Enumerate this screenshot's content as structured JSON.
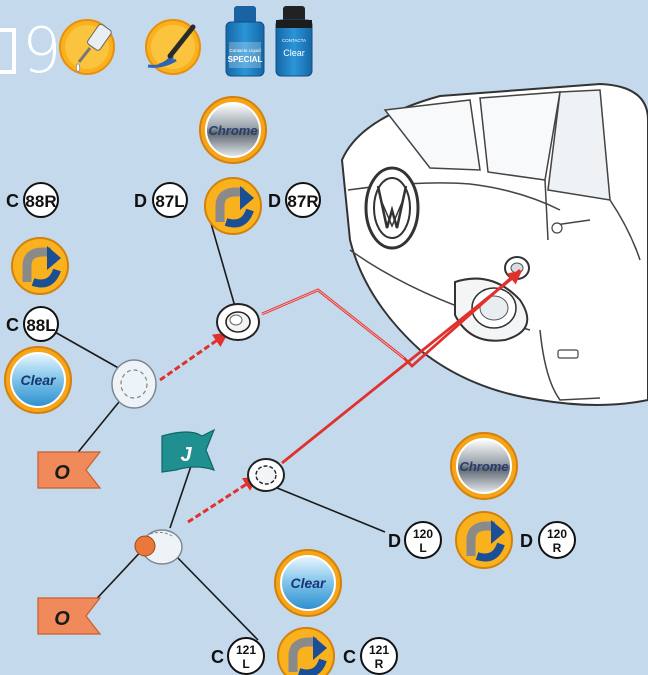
{
  "step": {
    "number": "9"
  },
  "paint_bottles": {
    "special": {
      "line1": "Contacta Liquid",
      "line2": "SPECIAL"
    },
    "clear": {
      "line1": "CONTACTA",
      "line2": "Clear"
    }
  },
  "finish_badges": {
    "chrome_top": "Chrome",
    "chrome_right": "Chrome",
    "clear_left": "Clear",
    "clear_bottom": "Clear"
  },
  "parts": {
    "c88r": {
      "sprue": "C",
      "code": "88R"
    },
    "d87l": {
      "sprue": "D",
      "code": "87L"
    },
    "d87r": {
      "sprue": "D",
      "code": "87R"
    },
    "c88l": {
      "sprue": "C",
      "code": "88L"
    },
    "d120l": {
      "sprue": "D",
      "code_top": "120",
      "code_bottom": "L"
    },
    "d120r": {
      "sprue": "D",
      "code_top": "120",
      "code_bottom": "R"
    },
    "c121l": {
      "sprue": "C",
      "code_top": "121",
      "code_bottom": "L"
    },
    "c121r": {
      "sprue": "C",
      "code_top": "121",
      "code_bottom": "R"
    }
  },
  "color_flags": {
    "orange_upper": "O",
    "orange_lower": "O",
    "teal": "J"
  },
  "colors": {
    "background": "#c4d9ec",
    "badge_ring": "#f6a51a",
    "arrow_red": "#e0312d",
    "flag_orange": "#f08a5a",
    "flag_teal": "#1f8f8f",
    "bottle_blue": "#1d7fc4"
  }
}
